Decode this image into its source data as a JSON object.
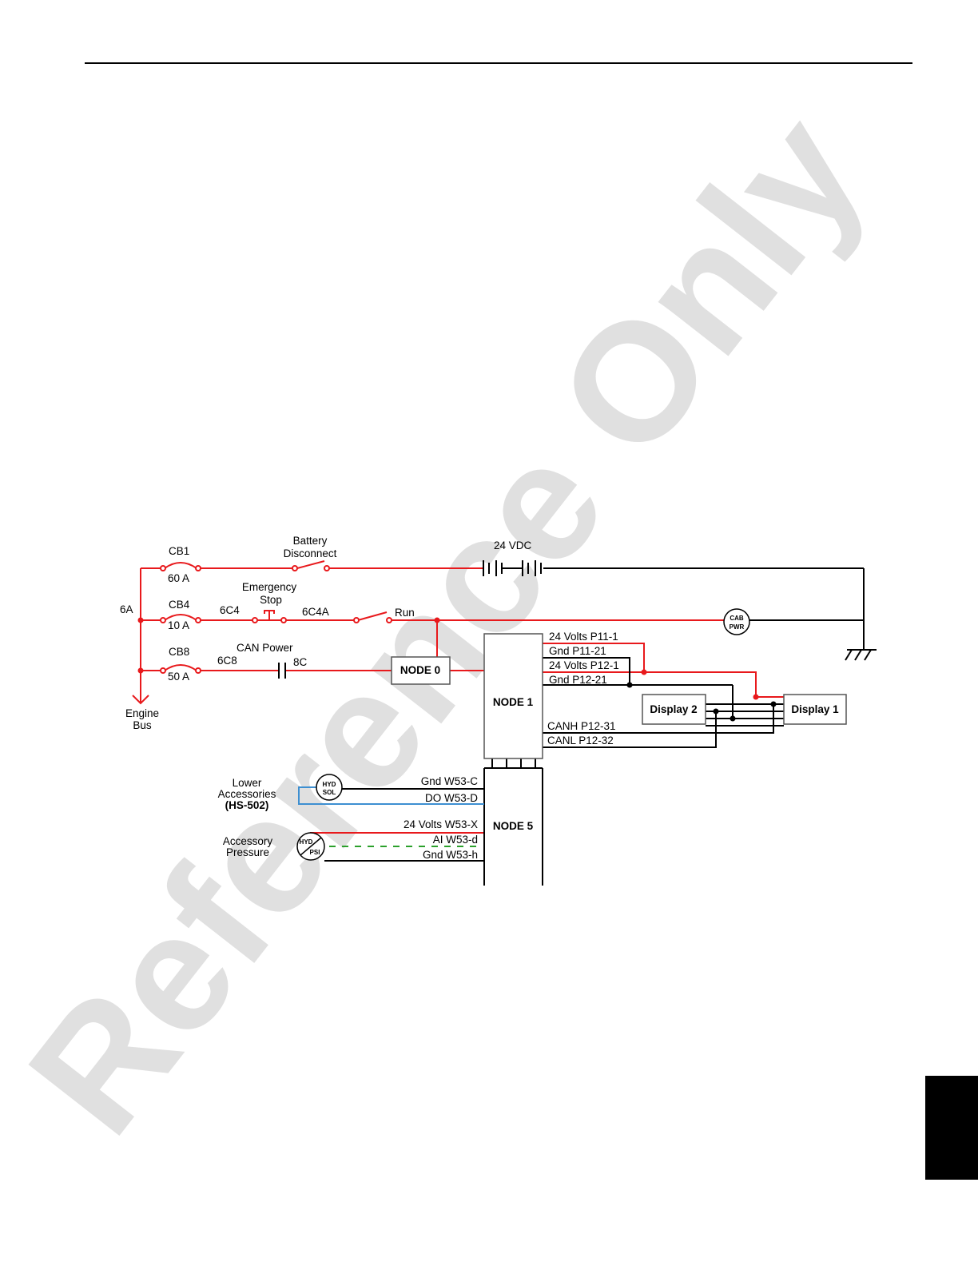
{
  "watermark": {
    "text": "Reference Only",
    "color": "#e0e0e0"
  },
  "colors": {
    "power": "#e8191c",
    "wire": "#000000",
    "blue": "#3d8fd1",
    "green": "#2ba02b"
  },
  "labels": {
    "cb1": "CB1",
    "cb1_rating": "60 A",
    "battery_disconnect_1": "Battery",
    "battery_disconnect_2": "Disconnect",
    "vdc": "24 VDC",
    "six_a": "6A",
    "cb4": "CB4",
    "cb4_rating": "10 A",
    "c4": "6C4",
    "estop_1": "Emergency",
    "estop_2": "Stop",
    "c4a": "6C4A",
    "run": "Run",
    "cab_pwr_1": "CAB",
    "cab_pwr_2": "PWR",
    "cb8": "CB8",
    "cb8_rating": "50 A",
    "can_power": "CAN Power",
    "c8": "6C8",
    "eight_c": "8C",
    "engine_bus_1": "Engine",
    "engine_bus_2": "Bus",
    "node0": "NODE 0",
    "node1": "NODE 1",
    "node5": "NODE 5",
    "display1": "Display 1",
    "display2": "Display 2",
    "p11_1": "24 Volts P11-1",
    "p11_21": "Gnd P11-21",
    "p12_1": "24 Volts P12-1",
    "p12_21": "Gnd P12-21",
    "canh": "CANH P12-31",
    "canl": "CANL P12-32",
    "lower_acc_1": "Lower",
    "lower_acc_2": "Accessories",
    "lower_acc_3": "(HS-502)",
    "hyd": "HYD",
    "sol": "SOL",
    "psi": "PSI",
    "gnd_w53c": "Gnd W53-C",
    "do_w53d": "DO W53-D",
    "v24_w53x": "24 Volts W53-X",
    "ai_w53d": "AI W53-d",
    "gnd_w53h": "Gnd W53-h",
    "acc_press_1": "Accessory",
    "acc_press_2": "Pressure"
  }
}
